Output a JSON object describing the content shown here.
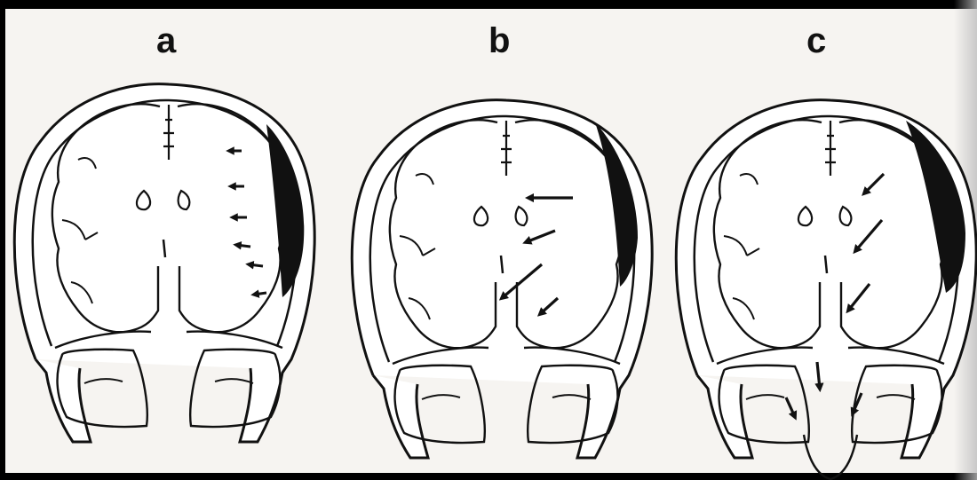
{
  "panels": [
    {
      "label": "a"
    },
    {
      "label": "b"
    },
    {
      "label": "c"
    }
  ],
  "colors": {
    "line": "#111111",
    "fill": "#ffffff",
    "hematoma": "#111111",
    "paper": "#f6f4f1"
  }
}
